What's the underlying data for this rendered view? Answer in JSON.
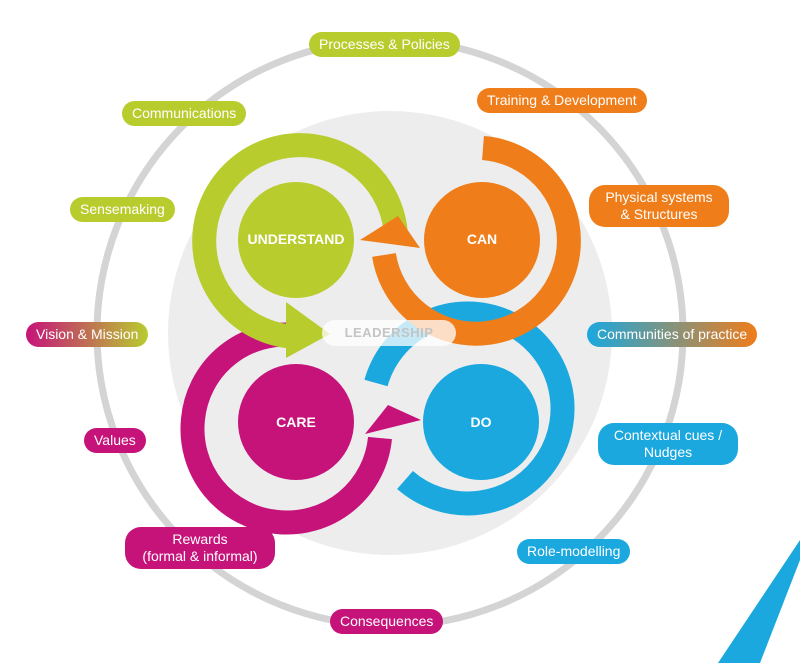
{
  "colors": {
    "lime": "#b8cc2e",
    "orange": "#ef7d1a",
    "magenta": "#c6137a",
    "cyan": "#1aa8df",
    "ring": "#d4d4d4",
    "inner_bg": "#ededed",
    "leadership_text": "#c4c4c4"
  },
  "center": {
    "label": "LEADERSHIP"
  },
  "core": {
    "understand": "UNDERSTAND",
    "can": "CAN",
    "care": "CARE",
    "do": "DO"
  },
  "levers": {
    "processes": "Processes & Policies",
    "training": "Training & Development",
    "physical": [
      "Physical systems",
      "& Structures"
    ],
    "communities": "Communities of practice",
    "contextual": [
      "Contextual cues /",
      "Nudges"
    ],
    "role_modelling": "Role-modelling",
    "consequences": "Consequences",
    "rewards": [
      "Rewards",
      "(formal & informal)"
    ],
    "values": "Values",
    "vision": "Vision & Mission",
    "sensemaking": "Sensemaking",
    "communications": "Communications"
  }
}
